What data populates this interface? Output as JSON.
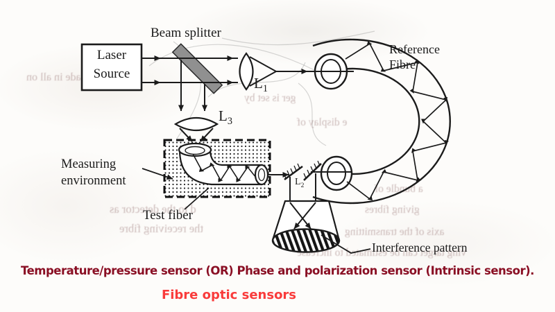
{
  "figure": {
    "labels": {
      "beam_splitter": "Beam splitter",
      "laser_source_line1": "Laser",
      "laser_source_line2": "Source",
      "lens1": {
        "base": "L",
        "sub": "1"
      },
      "lens2": {
        "base": "L",
        "sub": "2"
      },
      "lens3": {
        "base": "L",
        "sub": "3"
      },
      "reference_fibre_line1": "Reference",
      "reference_fibre_line2": "Fibre",
      "measuring_env_line1": "Measuring",
      "measuring_env_line2": "environment",
      "test_fiber": "Test fiber",
      "interference_pattern": "Interference pattern"
    },
    "colors": {
      "ink": "#1b1b1b",
      "beam_splitter_fill": "#909090",
      "paper": "#fdfcfa"
    }
  },
  "caption": {
    "line1": "Temperature/pressure sensor (OR) Phase and polarization sensor (Intrinsic sensor).",
    "line1_color": "#8a0f24",
    "line2": "Fibre optic sensors",
    "line2_color": "#f93b3b"
  },
  "ghost_texts": [
    {
      "text": "made in all on"
    },
    {
      "text": "ger is set by"
    },
    {
      "text": "e display of"
    },
    {
      "text": "d to the detector as"
    },
    {
      "text": "the receiving fibre"
    },
    {
      "text": "a bundle of"
    },
    {
      "text": "giving fibres"
    },
    {
      "text": "axis of the transmitting"
    },
    {
      "text": "ving target can be estimated to increase"
    }
  ]
}
